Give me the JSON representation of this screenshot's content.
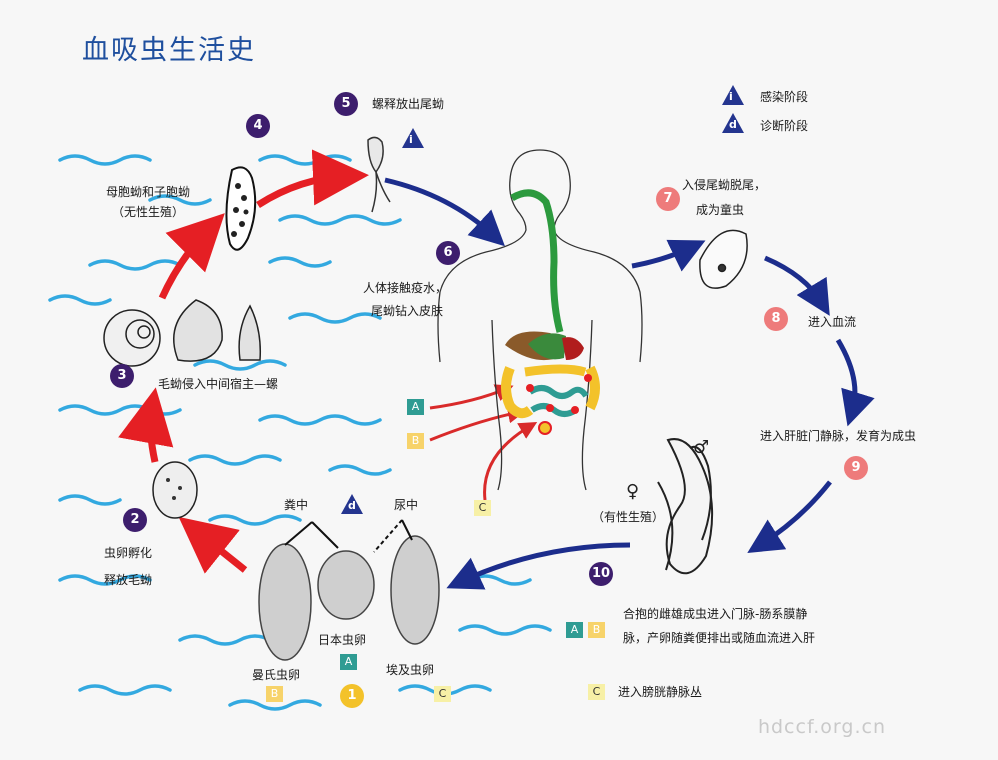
{
  "title": "血吸虫生活史",
  "legend": {
    "infective": "感染阶段",
    "diagnostic": "诊断阶段",
    "i_symbol": "i",
    "d_symbol": "d"
  },
  "steps": {
    "n1": "1",
    "n2": "2",
    "n3": "3",
    "n4": "4",
    "n5": "5",
    "n6": "6",
    "n7": "7",
    "n8": "8",
    "n9": "9",
    "n10": "10"
  },
  "labels": {
    "sporocyst_1": "母胞蚴和子胞蚴",
    "sporocyst_2": "（无性生殖）",
    "cercaria_release": "螺释放出尾蚴",
    "skin_1": "人体接触疫水，",
    "skin_2": "尾蚴钻入皮肤",
    "snail": "毛蚴侵入中间宿主—螺",
    "hatch_1": "虫卵孵化",
    "hatch_2": "释放毛蚴",
    "feces": "粪中",
    "urine": "尿中",
    "egg_japonicum": "日本虫卵",
    "egg_mansoni": "曼氏虫卵",
    "egg_haematobium": "埃及虫卵",
    "schistosomula_1": "入侵尾蚴脱尾，",
    "schistosomula_2": "成为童虫",
    "bloodstream": "进入血流",
    "portal": "进入肝脏门静脉，发育为成虫",
    "sexual": "（有性生殖）",
    "paired_1": "合抱的雌雄成虫进入门脉-肠系膜静",
    "paired_2": "脉，产卵随粪便排出或随血流进入肝",
    "bladder": "进入膀胱静脉丛",
    "female": "♀",
    "male": "♂"
  },
  "tags": {
    "A": "A",
    "B": "B",
    "C": "C"
  },
  "watermark": "hdccf.org.cn",
  "colors": {
    "title": "#1f4f9e",
    "red_arrow": "#e51f24",
    "blue_arrow": "#1c2d8c",
    "water": "#33a9e0"
  }
}
